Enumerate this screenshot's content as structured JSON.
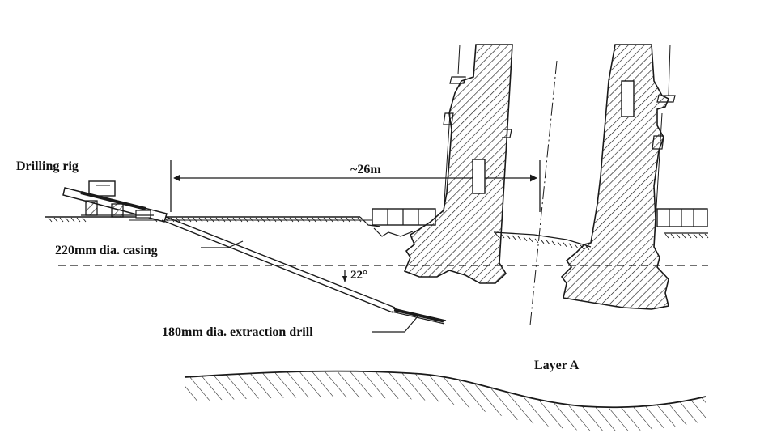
{
  "labels": {
    "rig": "Drilling rig",
    "distance": "~26m",
    "casing": "220mm dia. casing",
    "angle": "22°",
    "drill": "180mm dia. extraction drill",
    "layer": "Layer A"
  },
  "colors": {
    "ink": "#1a1a1a",
    "background": "#ffffff"
  }
}
